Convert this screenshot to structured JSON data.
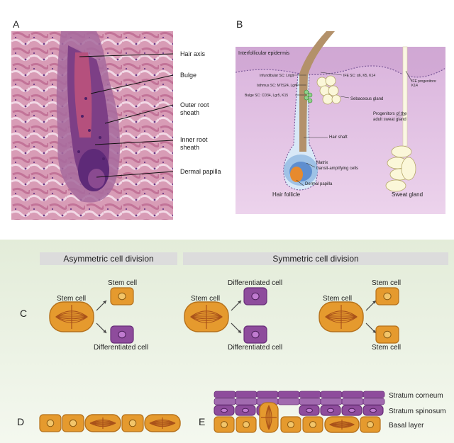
{
  "panels": {
    "a": "A",
    "b": "B",
    "c": "C",
    "d": "D",
    "e": "E"
  },
  "panel_a": {
    "labels": [
      "Hair axis",
      "Bulge",
      "Outer root",
      "sheath",
      "Inner root",
      "sheath",
      "Dermal papilla"
    ]
  },
  "panel_b": {
    "title": "Interfollicular epidermis",
    "markers": [
      "Infundibular SC: Lrig1",
      "Isthmus SC: MTS24, Lgr6",
      "Bulge SC: CD34, Lgr5, K15",
      "IFE SC: α6, K5, K14",
      "IFE progenitors:",
      "K14"
    ],
    "labels": [
      "Sebaceous gland",
      "Progenitors of the",
      "adult sweat gland",
      "Hair shaft",
      "Matrix",
      "transit-amplifying cells",
      "Dermal papilla",
      "Hair follicle",
      "Sweat gland"
    ]
  },
  "headers": {
    "asymmetric": "Asymmetric cell division",
    "symmetric": "Symmetric cell division"
  },
  "panel_c": {
    "stem": "Stem cell",
    "stem_cell_out": "Stem cell",
    "differentiated": "Differentiated cell"
  },
  "panel_e": {
    "layers": [
      "Stratum corneum",
      "Stratum spinosum",
      "Basal layer"
    ]
  },
  "colors": {
    "stem": "#e59a2e",
    "stem_border": "#b5701a",
    "diff": "#8e4c9c",
    "diff_border": "#6a2f7a",
    "skin": "#ddb8e0"
  }
}
